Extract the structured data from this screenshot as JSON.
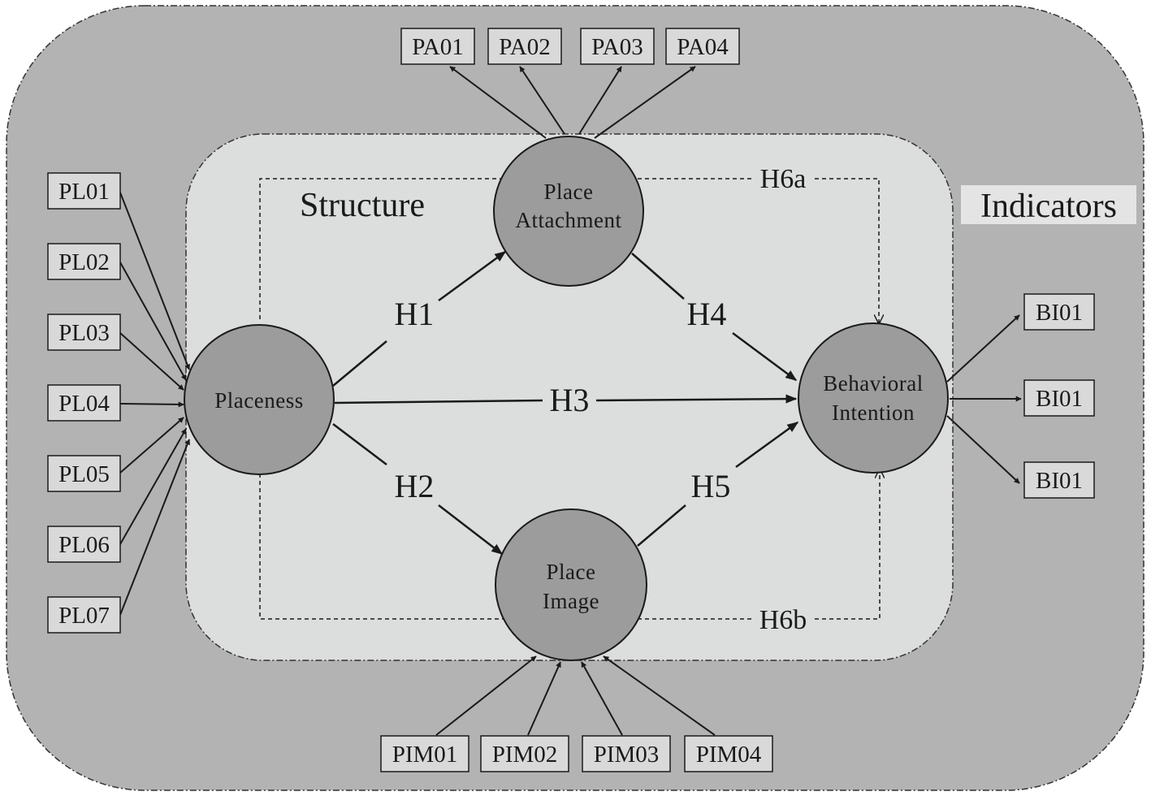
{
  "regions": {
    "outer_label": "Indicators",
    "inner_label": "Structure"
  },
  "constructs": {
    "placeness": "Placeness",
    "place_attachment": [
      "Place",
      "Attachment"
    ],
    "place_image": [
      "Place",
      "Image"
    ],
    "behavioral_intention": [
      "Behavioral",
      "Intention"
    ]
  },
  "hypotheses": {
    "h1": "H1",
    "h2": "H2",
    "h3": "H3",
    "h4": "H4",
    "h5": "H5",
    "h6a": "H6a",
    "h6b": "H6b"
  },
  "indicators": {
    "placeness": [
      "PL01",
      "PL02",
      "PL03",
      "PL04",
      "PL05",
      "PL06",
      "PL07"
    ],
    "place_attachment": [
      "PA01",
      "PA02",
      "PA03",
      "PA04"
    ],
    "place_image": [
      "PIM01",
      "PIM02",
      "PIM03",
      "PIM04"
    ],
    "behavioral_intention": [
      "BI01",
      "BI01",
      "BI01"
    ]
  },
  "colors": {
    "outer_region": "#b3b3b3",
    "inner_region": "#dcdddd",
    "construct_fill": "#9c9c9c",
    "label_bg": "#e4e4e4",
    "stroke": "#1a1a1a"
  }
}
